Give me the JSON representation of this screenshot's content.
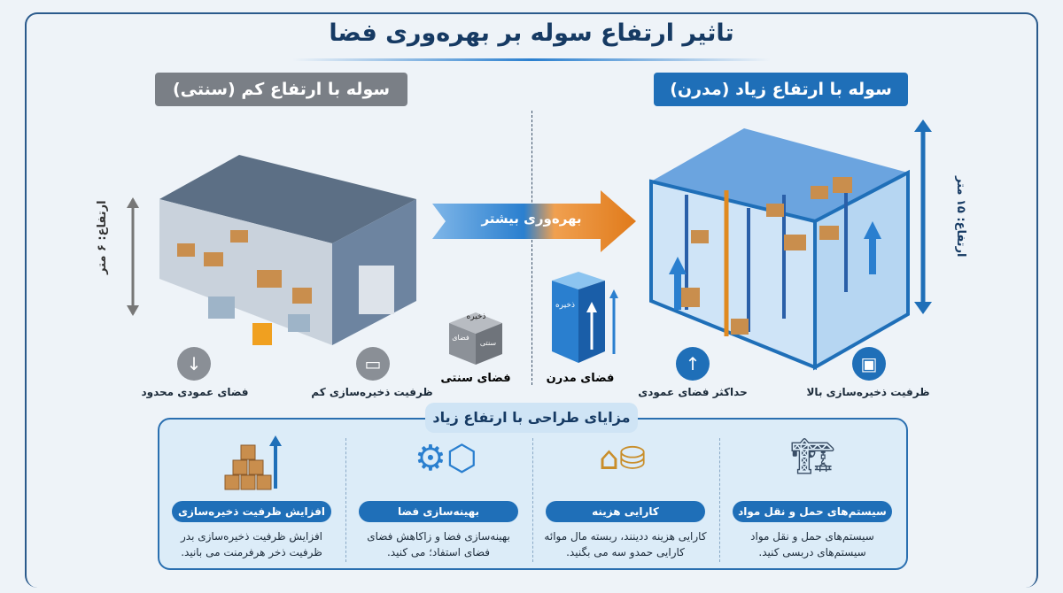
{
  "title": "تاثیر ارتفاع سوله بر بهره‌وری فضا",
  "left": {
    "header": "سوله با ارتفاع کم (سنتی)",
    "height_label": "ارتفاع: ۶ متر",
    "features": [
      {
        "icon": "arrow-down-icon",
        "label": "فضای عمودی محدود"
      },
      {
        "icon": "storage-low-icon",
        "label": "ظرفیت ذخیره‌سازی کم"
      }
    ],
    "color": "#7a7f86"
  },
  "right": {
    "header": "سوله با ارتفاع زیاد (مدرن)",
    "height_label": "ارتفاع: ۱۵ متر",
    "features": [
      {
        "icon": "arrow-up-icon",
        "label": "حداکثر فضای عمودی"
      },
      {
        "icon": "storage-high-icon",
        "label": "ظرفیت ذخیره‌سازی بالا"
      }
    ],
    "color": "#1f6fb8"
  },
  "center": {
    "arrow_label": "بهره‌وری بیشتر",
    "traditional": {
      "label": "فضای سنتی",
      "cube_top": "ذخیره",
      "cube_side1": "فضای",
      "cube_side2": "سنتی"
    },
    "modern": {
      "label": "فضای مدرن",
      "cube_text": "ذخیره"
    }
  },
  "benefits": {
    "title": "مزایای طراحی با ارتفاع زیاد",
    "items": [
      {
        "icon": "crane-conveyor-icon",
        "title": "سیستم‌های حمل و نقل مواد",
        "text": "سیستم‌های حمل و نقل مواد سیستم‌های دربسی کنید."
      },
      {
        "icon": "coins-warehouse-icon",
        "title": "کارایی هزینه",
        "text": "کارایی هزینه ددینند، ربسته مال موائه کارایی حمدو سه می بگنید."
      },
      {
        "icon": "cube-gear-icon",
        "title": "بهینه‌سازی فضا",
        "text": "بهینه‌سازی فضا و زاکاهش فضای فضای استفاد؛ می کنید."
      },
      {
        "icon": "boxes-growth-icon",
        "title": "افزایش ظرفیت ذخیره‌سازی",
        "text": "افزایش ظرفیت ذخیره‌سازی بدر ظرفیت ذخر هرفرمنت می بانید."
      }
    ]
  }
}
